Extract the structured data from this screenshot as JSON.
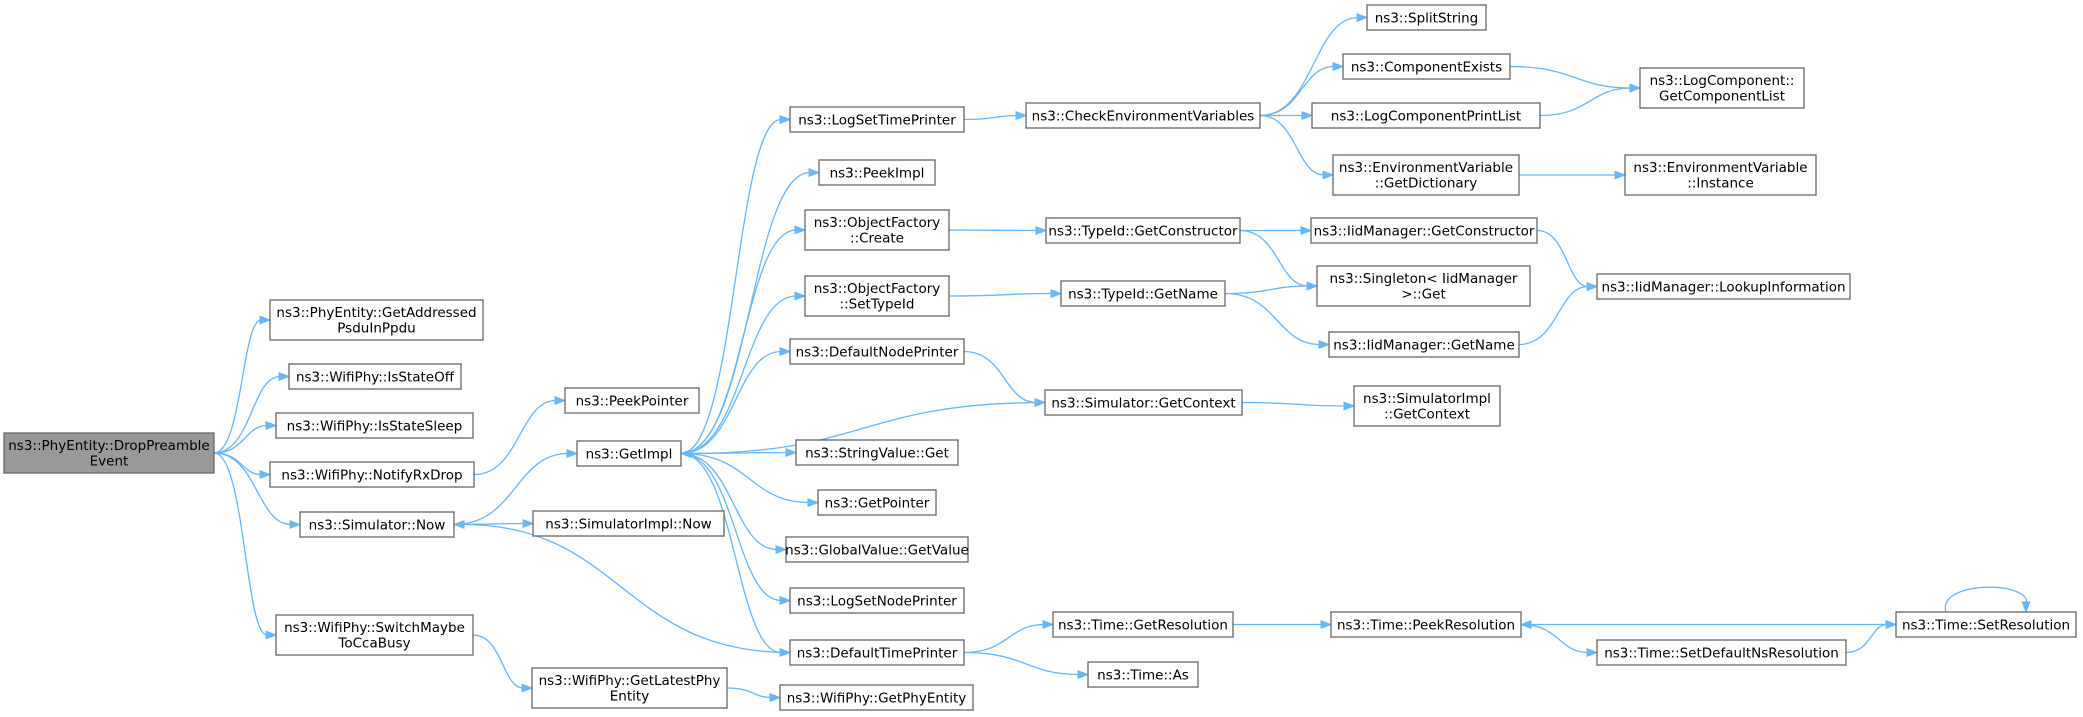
{
  "graph": {
    "type": "call-graph",
    "edge_color": "#63b8ff",
    "node_border_color": "#666666",
    "root_fill_color": "#999999",
    "nodes": [
      {
        "id": "drop",
        "label": [
          "ns3::PhyEntity::DropPreamble",
          "Event"
        ],
        "root": true
      },
      {
        "id": "getaddr",
        "label": [
          "ns3::PhyEntity::GetAddressed",
          "PsduInPpdu"
        ]
      },
      {
        "id": "isoff",
        "label": [
          "ns3::WifiPhy::IsStateOff"
        ]
      },
      {
        "id": "issleep",
        "label": [
          "ns3::WifiPhy::IsStateSleep"
        ]
      },
      {
        "id": "notify",
        "label": [
          "ns3::WifiPhy::NotifyRxDrop"
        ]
      },
      {
        "id": "simnow",
        "label": [
          "ns3::Simulator::Now"
        ]
      },
      {
        "id": "switch",
        "label": [
          "ns3::WifiPhy::SwitchMaybe",
          "ToCcaBusy"
        ]
      },
      {
        "id": "peekptr",
        "label": [
          "ns3::PeekPointer"
        ]
      },
      {
        "id": "getimpl",
        "label": [
          "ns3::GetImpl"
        ]
      },
      {
        "id": "simimplnow",
        "label": [
          "ns3::SimulatorImpl::Now"
        ]
      },
      {
        "id": "getlatest",
        "label": [
          "ns3::WifiPhy::GetLatestPhy",
          "Entity"
        ]
      },
      {
        "id": "getphyent",
        "label": [
          "ns3::WifiPhy::GetPhyEntity"
        ]
      },
      {
        "id": "logsettime",
        "label": [
          "ns3::LogSetTimePrinter"
        ]
      },
      {
        "id": "peekimpl",
        "label": [
          "ns3::PeekImpl"
        ]
      },
      {
        "id": "ofcreate",
        "label": [
          "ns3::ObjectFactory",
          "::Create"
        ]
      },
      {
        "id": "ofsettype",
        "label": [
          "ns3::ObjectFactory",
          "::SetTypeId"
        ]
      },
      {
        "id": "defnode",
        "label": [
          "ns3::DefaultNodePrinter"
        ]
      },
      {
        "id": "strget",
        "label": [
          "ns3::StringValue::Get"
        ]
      },
      {
        "id": "getpointer",
        "label": [
          "ns3::GetPointer"
        ]
      },
      {
        "id": "gvget",
        "label": [
          "ns3::GlobalValue::GetValue"
        ]
      },
      {
        "id": "logsetnode",
        "label": [
          "ns3::LogSetNodePrinter"
        ]
      },
      {
        "id": "deftime",
        "label": [
          "ns3::DefaultTimePrinter"
        ]
      },
      {
        "id": "checkenv",
        "label": [
          "ns3::CheckEnvironmentVariables"
        ]
      },
      {
        "id": "tidctor",
        "label": [
          "ns3::TypeId::GetConstructor"
        ]
      },
      {
        "id": "tidname",
        "label": [
          "ns3::TypeId::GetName"
        ]
      },
      {
        "id": "simctx",
        "label": [
          "ns3::Simulator::GetContext"
        ]
      },
      {
        "id": "timeres",
        "label": [
          "ns3::Time::GetResolution"
        ]
      },
      {
        "id": "timeas",
        "label": [
          "ns3::Time::As"
        ]
      },
      {
        "id": "split",
        "label": [
          "ns3::SplitString"
        ]
      },
      {
        "id": "compexists",
        "label": [
          "ns3::ComponentExists"
        ]
      },
      {
        "id": "logcompprint",
        "label": [
          "ns3::LogComponentPrintList"
        ]
      },
      {
        "id": "envdict",
        "label": [
          "ns3::EnvironmentVariable",
          "::GetDictionary"
        ]
      },
      {
        "id": "iidctor",
        "label": [
          "ns3::IidManager::GetConstructor"
        ]
      },
      {
        "id": "singleton",
        "label": [
          "ns3::Singleton< IidManager",
          ">::Get"
        ]
      },
      {
        "id": "iidname",
        "label": [
          "ns3::IidManager::GetName"
        ]
      },
      {
        "id": "simimplctx",
        "label": [
          "ns3::SimulatorImpl",
          "::GetContext"
        ]
      },
      {
        "id": "peekres",
        "label": [
          "ns3::Time::PeekResolution"
        ]
      },
      {
        "id": "setdefns",
        "label": [
          "ns3::Time::SetDefaultNsResolution"
        ]
      },
      {
        "id": "getcomplist",
        "label": [
          "ns3::LogComponent::",
          "GetComponentList"
        ]
      },
      {
        "id": "envinst",
        "label": [
          "ns3::EnvironmentVariable",
          "::Instance"
        ]
      },
      {
        "id": "lookup",
        "label": [
          "ns3::IidManager::LookupInformation"
        ]
      },
      {
        "id": "setres",
        "label": [
          "ns3::Time::SetResolution"
        ]
      }
    ],
    "edges": [
      [
        "drop",
        "getaddr"
      ],
      [
        "drop",
        "isoff"
      ],
      [
        "drop",
        "issleep"
      ],
      [
        "drop",
        "notify"
      ],
      [
        "drop",
        "simnow"
      ],
      [
        "drop",
        "switch"
      ],
      [
        "notify",
        "peekptr"
      ],
      [
        "simnow",
        "getimpl"
      ],
      [
        "simnow",
        "simimplnow"
      ],
      [
        "switch",
        "getlatest"
      ],
      [
        "getlatest",
        "getphyent"
      ],
      [
        "getimpl",
        "logsettime"
      ],
      [
        "getimpl",
        "peekimpl"
      ],
      [
        "getimpl",
        "ofcreate"
      ],
      [
        "getimpl",
        "ofsettype"
      ],
      [
        "getimpl",
        "defnode"
      ],
      [
        "getimpl",
        "strget"
      ],
      [
        "getimpl",
        "getpointer"
      ],
      [
        "getimpl",
        "gvget"
      ],
      [
        "getimpl",
        "logsetnode"
      ],
      [
        "getimpl",
        "deftime"
      ],
      [
        "deftime",
        "simnow"
      ],
      [
        "simctx",
        "getimpl"
      ],
      [
        "logsettime",
        "checkenv"
      ],
      [
        "ofcreate",
        "tidctor"
      ],
      [
        "ofsettype",
        "tidname"
      ],
      [
        "defnode",
        "simctx"
      ],
      [
        "deftime",
        "timeres"
      ],
      [
        "deftime",
        "timeas"
      ],
      [
        "checkenv",
        "split"
      ],
      [
        "checkenv",
        "compexists"
      ],
      [
        "checkenv",
        "logcompprint"
      ],
      [
        "checkenv",
        "envdict"
      ],
      [
        "tidctor",
        "iidctor"
      ],
      [
        "tidctor",
        "singleton"
      ],
      [
        "tidname",
        "singleton"
      ],
      [
        "tidname",
        "iidname"
      ],
      [
        "simctx",
        "simimplctx"
      ],
      [
        "timeres",
        "peekres"
      ],
      [
        "compexists",
        "getcomplist"
      ],
      [
        "logcompprint",
        "getcomplist"
      ],
      [
        "envdict",
        "envinst"
      ],
      [
        "iidctor",
        "lookup"
      ],
      [
        "iidname",
        "lookup"
      ],
      [
        "peekres",
        "setdefns"
      ],
      [
        "setdefns",
        "setres"
      ],
      [
        "setres",
        "peekres"
      ],
      [
        "setres",
        "setres"
      ]
    ]
  }
}
